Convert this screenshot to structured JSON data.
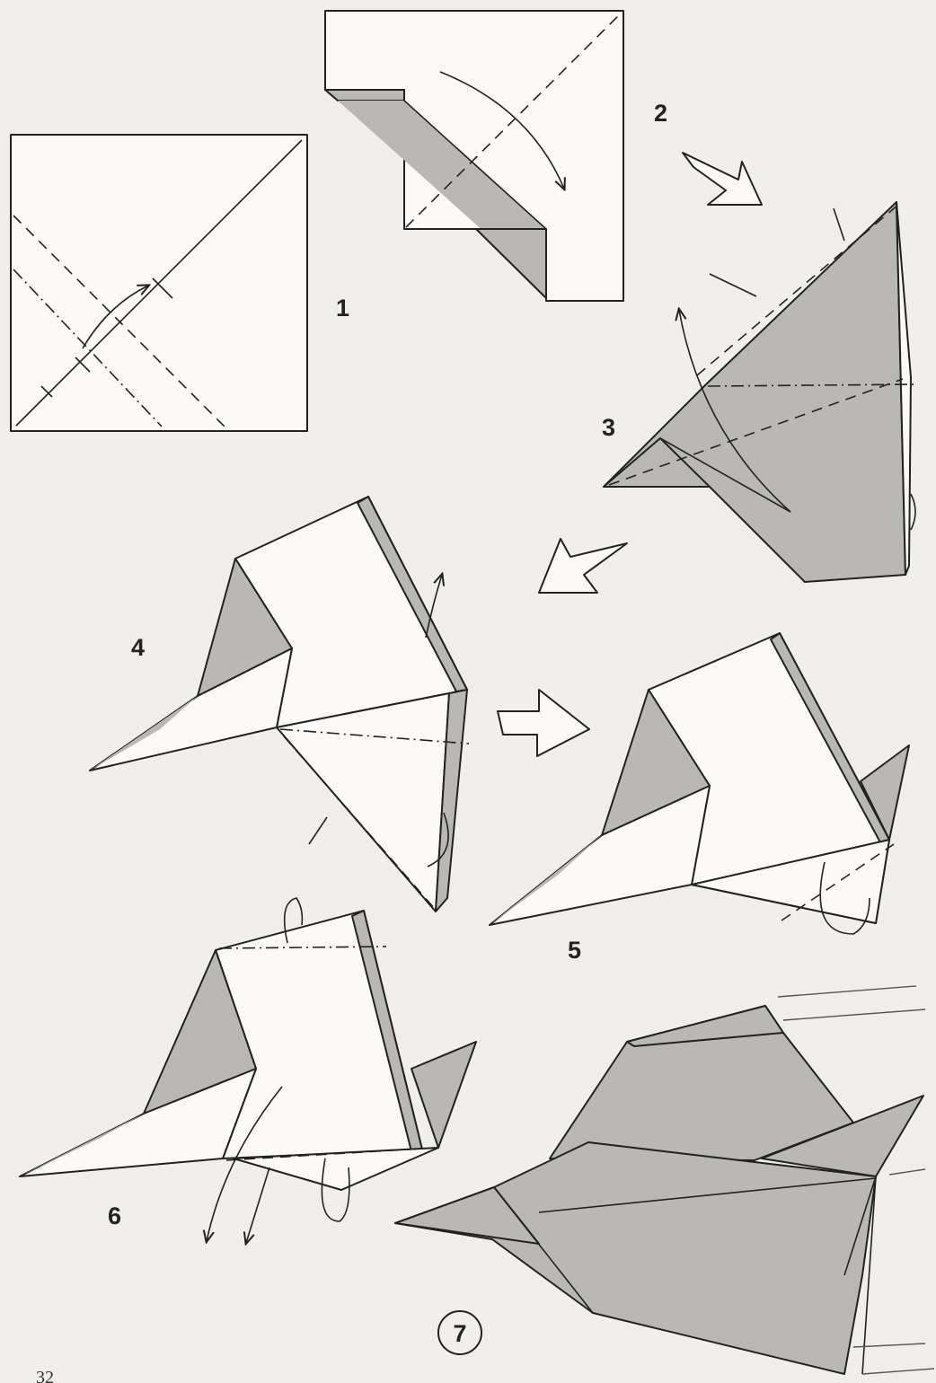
{
  "steps": {
    "s1": "1",
    "s2": "2",
    "s3": "3",
    "s4": "4",
    "s5": "5",
    "s6": "6",
    "s7": "7"
  },
  "page_number": "32",
  "colors": {
    "paper": "#fbfaf8",
    "shade": "#b9b8b5",
    "ink": "#222222",
    "background": "#f1efec"
  },
  "icons": [
    "fold-arrow-icon",
    "next-step-arrow-icon",
    "turn-over-icon"
  ]
}
